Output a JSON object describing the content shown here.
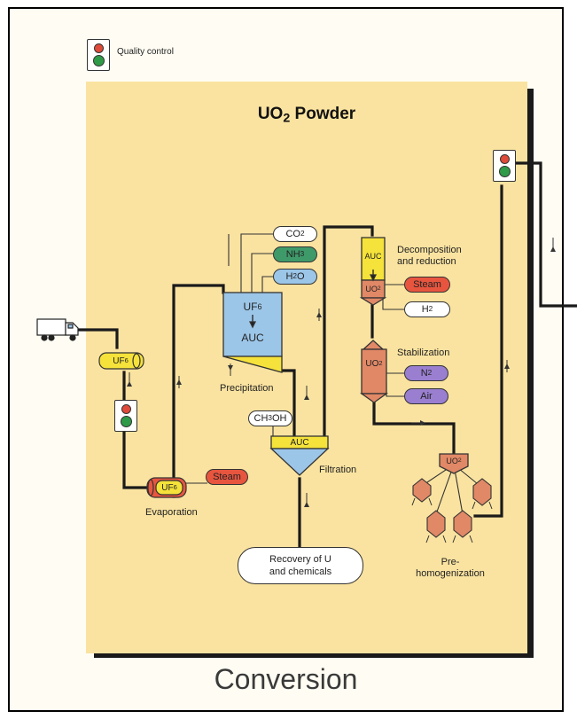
{
  "legend": {
    "label": "Quality control"
  },
  "panel_title": {
    "main": "UO",
    "sub": "2",
    "tail": " Powder"
  },
  "footer_title": "Conversion",
  "stages": {
    "precipitation": "Precipitation",
    "filtration": "Filtration",
    "evaporation": "Evaporation",
    "decomposition_line1": "Decomposition",
    "decomposition_line2": "and reduction",
    "stabilization": "Stabilization",
    "prehomog_line1": "Pre-",
    "prehomog_line2": "homogenization"
  },
  "recovery": {
    "line1": "Recovery of U",
    "line2": "and chemicals"
  },
  "chemicals": {
    "co2": {
      "base": "CO",
      "sub": "2",
      "color": "#ffffff"
    },
    "nh3": {
      "base": "NH",
      "sub": "3",
      "color": "#3f9a6a"
    },
    "h2o": {
      "base": "H",
      "sub": "2",
      "tail": "O",
      "color": "#9cc6e8"
    },
    "ch3oh": {
      "base": "CH",
      "sub": "3",
      "tail": "OH",
      "color": "#ffffff"
    },
    "steam_evap": {
      "label": "Steam",
      "color": "#e8553f"
    },
    "steam_decomp": {
      "label": "Steam",
      "color": "#e8553f"
    },
    "h2": {
      "base": "H",
      "sub": "2",
      "color": "#ffffff"
    },
    "n2": {
      "base": "N",
      "sub": "2",
      "color": "#9a7fd1"
    },
    "air": {
      "label": "Air",
      "color": "#9a7fd1"
    }
  },
  "vessels": {
    "precip_top": {
      "base": "UF",
      "sub": "6"
    },
    "precip_bottom": "AUC",
    "filter": "AUC",
    "uf6_cyl": {
      "base": "UF",
      "sub": "6"
    },
    "uf6_evap": {
      "base": "UF",
      "sub": "6"
    },
    "decomp_top": "AUC",
    "decomp_bottom": {
      "base": "UO",
      "sub": "2"
    },
    "stab": {
      "base": "UO",
      "sub": "2"
    },
    "hopper": {
      "base": "UO",
      "sub": "2"
    }
  },
  "colors": {
    "panel": "#fae3a0",
    "vessel_blue": "#9cc6e8",
    "vessel_yellow": "#f5e23a",
    "vessel_salmon": "#e18866",
    "pipe": "#1a1a1a",
    "light_red": "#e04a3a",
    "light_green": "#2f9a48"
  }
}
